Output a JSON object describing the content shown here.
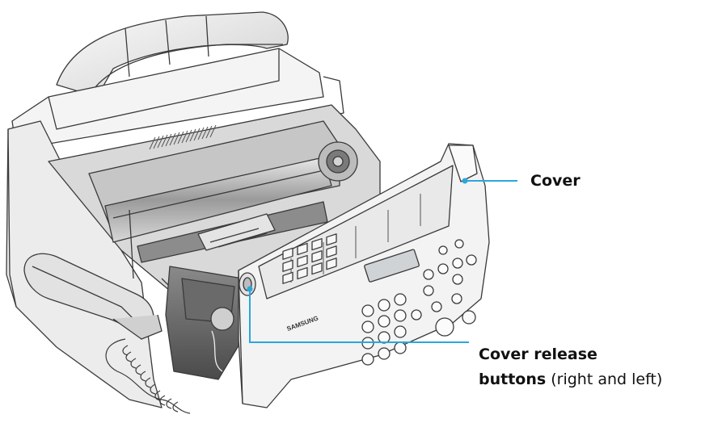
{
  "labels": {
    "cover": {
      "text": "Cover",
      "leader_color": "#2aa7dd"
    },
    "release": {
      "line1": "Cover release",
      "line2_bold": "buttons",
      "line2_rest": " (right and left)",
      "leader_color": "#2aa7dd"
    }
  },
  "device": {
    "brand": "SAMSUNG"
  },
  "colors": {
    "outline": "#3a3a3a",
    "body_light": "#f2f2f2",
    "body_mid": "#dcdcdc",
    "body_dark": "#a9a9a9",
    "accent": "#2aa7dd"
  }
}
